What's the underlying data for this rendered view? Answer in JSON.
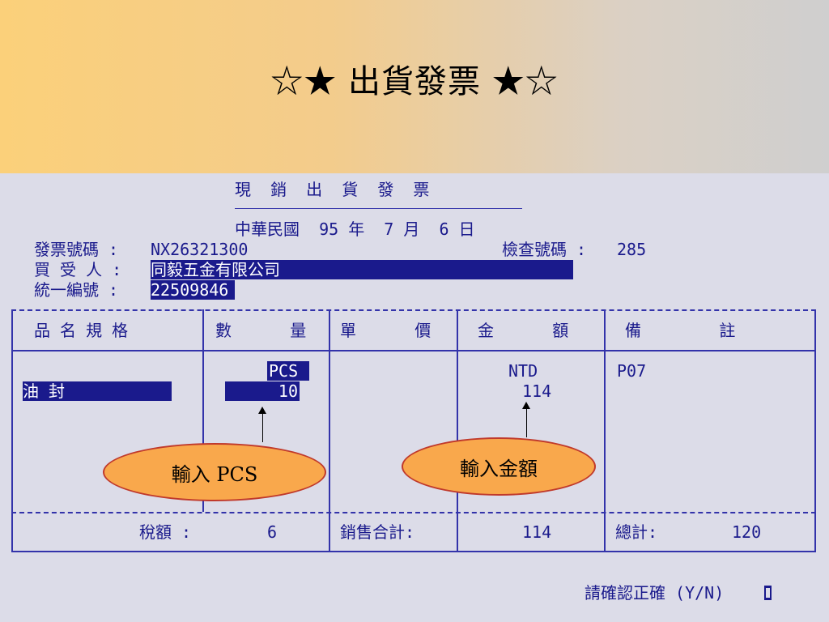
{
  "slide": {
    "title": "☆★ 出貨發票 ★☆"
  },
  "invoice": {
    "header_title": "現  銷  出  貨  發  票",
    "date_line": "中華民國  95 年  7 月  6 日",
    "invoice_no_label": "發票號碼 :",
    "invoice_no": "NX26321300",
    "check_no_label": "檢查號碼 :",
    "check_no": "285",
    "buyer_label": "買 受 人 :",
    "buyer": "同毅五金有限公司",
    "tax_id_label": "統一編號 :",
    "tax_id": "22509846",
    "columns": [
      "品 名 規 格",
      "數      量",
      "單      價",
      "金      額",
      "備        註"
    ],
    "item": {
      "name": "油 封",
      "unit": "PCS",
      "qty": "10",
      "currency": "NTD",
      "amount": "114",
      "remark": "P07"
    },
    "totals": {
      "tax_label": "稅額 :",
      "tax_value": "6",
      "sales_label": "銷售合計:",
      "sales_value": "114",
      "total_label": "總計:",
      "total_value": "120"
    },
    "confirm_prompt": "請確認正確 (Y/N)"
  },
  "callouts": {
    "pcs": "輸入 PCS",
    "amount": "輸入金額"
  },
  "colors": {
    "screen_text": "#1a1a8c",
    "highlight": "#1a1a8c",
    "callout_fill": "#f9a84c",
    "callout_border": "#c0392b"
  }
}
